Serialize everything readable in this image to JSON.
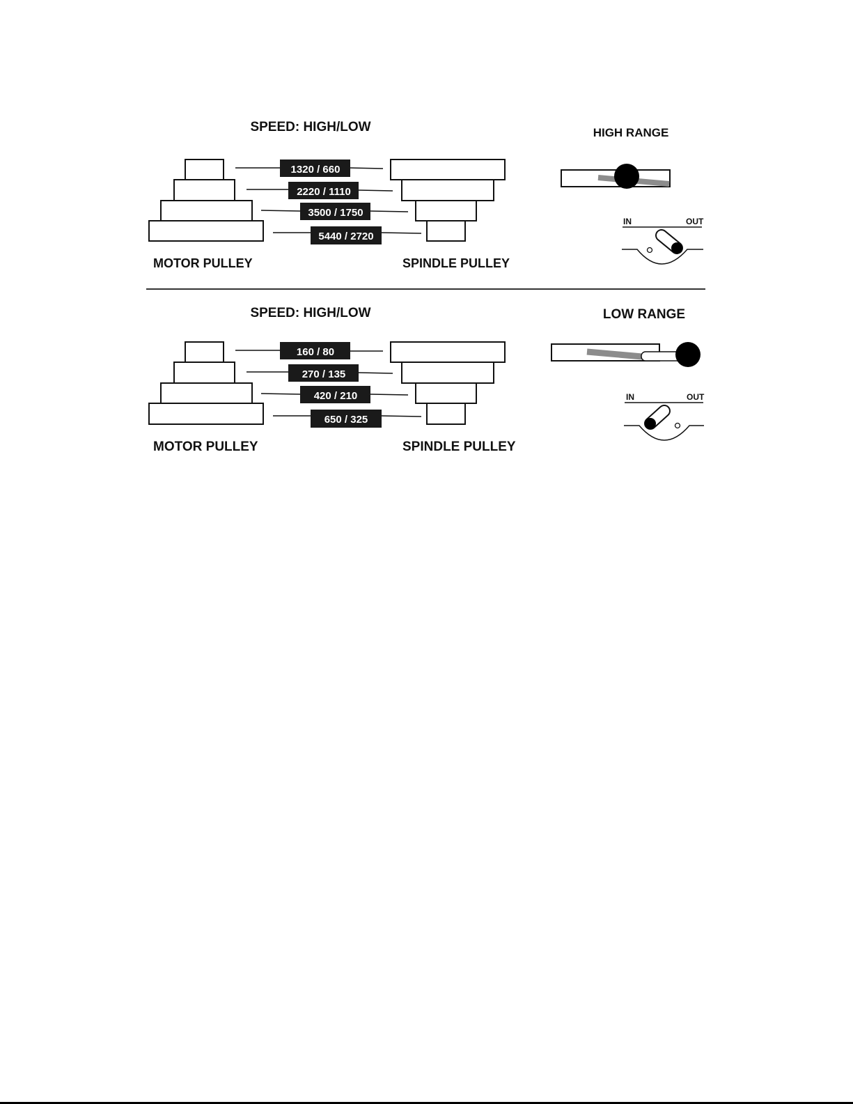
{
  "sections": [
    {
      "speed_title": "SPEED: HIGH/LOW",
      "range_title": "HIGH RANGE",
      "speeds": [
        "1320 / 660",
        "2220 / 1110",
        "3500 / 1750",
        "5440 / 2720"
      ],
      "motor_label": "MOTOR PULLEY",
      "spindle_label": "SPINDLE PULLEY",
      "in_label": "IN",
      "out_label": "OUT",
      "lever_position": "OUT"
    },
    {
      "speed_title": "SPEED: HIGH/LOW",
      "range_title": "LOW RANGE",
      "speeds": [
        "160 / 80",
        "270 / 135",
        "420 / 210",
        "650 / 325"
      ],
      "motor_label": "MOTOR PULLEY",
      "spindle_label": "SPINDLE PULLEY",
      "in_label": "IN",
      "out_label": "OUT",
      "lever_position": "IN"
    }
  ],
  "colors": {
    "ink": "#111111",
    "label_bg": "#1a1a1a",
    "handle_gray": "#8c8c8c"
  }
}
